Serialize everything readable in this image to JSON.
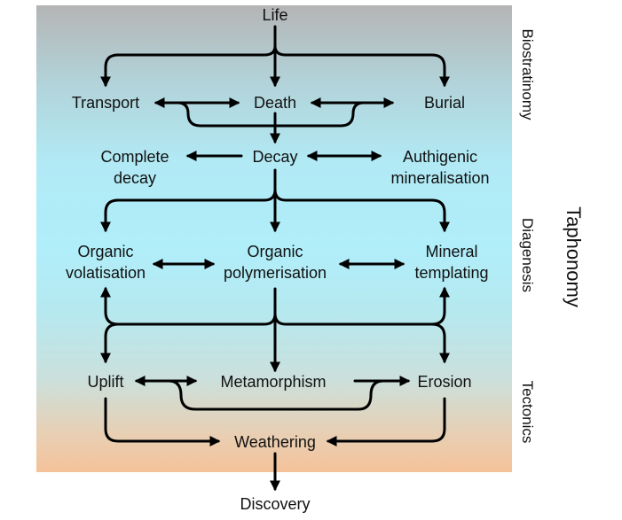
{
  "nodes": {
    "life": "Life",
    "transport": "Transport",
    "death": "Death",
    "burial": "Burial",
    "complete_decay_1": "Complete",
    "complete_decay_2": "decay",
    "decay": "Decay",
    "authigenic_1": "Authigenic",
    "authigenic_2": "mineralisation",
    "organic_volatisation_1": "Organic",
    "organic_volatisation_2": "volatisation",
    "organic_polymerisation_1": "Organic",
    "organic_polymerisation_2": "polymerisation",
    "mineral_templating_1": "Mineral",
    "mineral_templating_2": "templating",
    "uplift": "Uplift",
    "metamorphism": "Metamorphism",
    "erosion": "Erosion",
    "weathering": "Weathering",
    "discovery": "Discovery"
  },
  "stages": {
    "biostratinomy": "Biostratinomy",
    "diagenesis": "Diagenesis",
    "tectonics": "Tectonics"
  },
  "overall_label": "Taphonomy",
  "colors": {
    "gradient_top": "#b4b5b5",
    "gradient_middle": "#b0eefa",
    "gradient_bottom": "#f5c29a",
    "line": "#000000"
  }
}
